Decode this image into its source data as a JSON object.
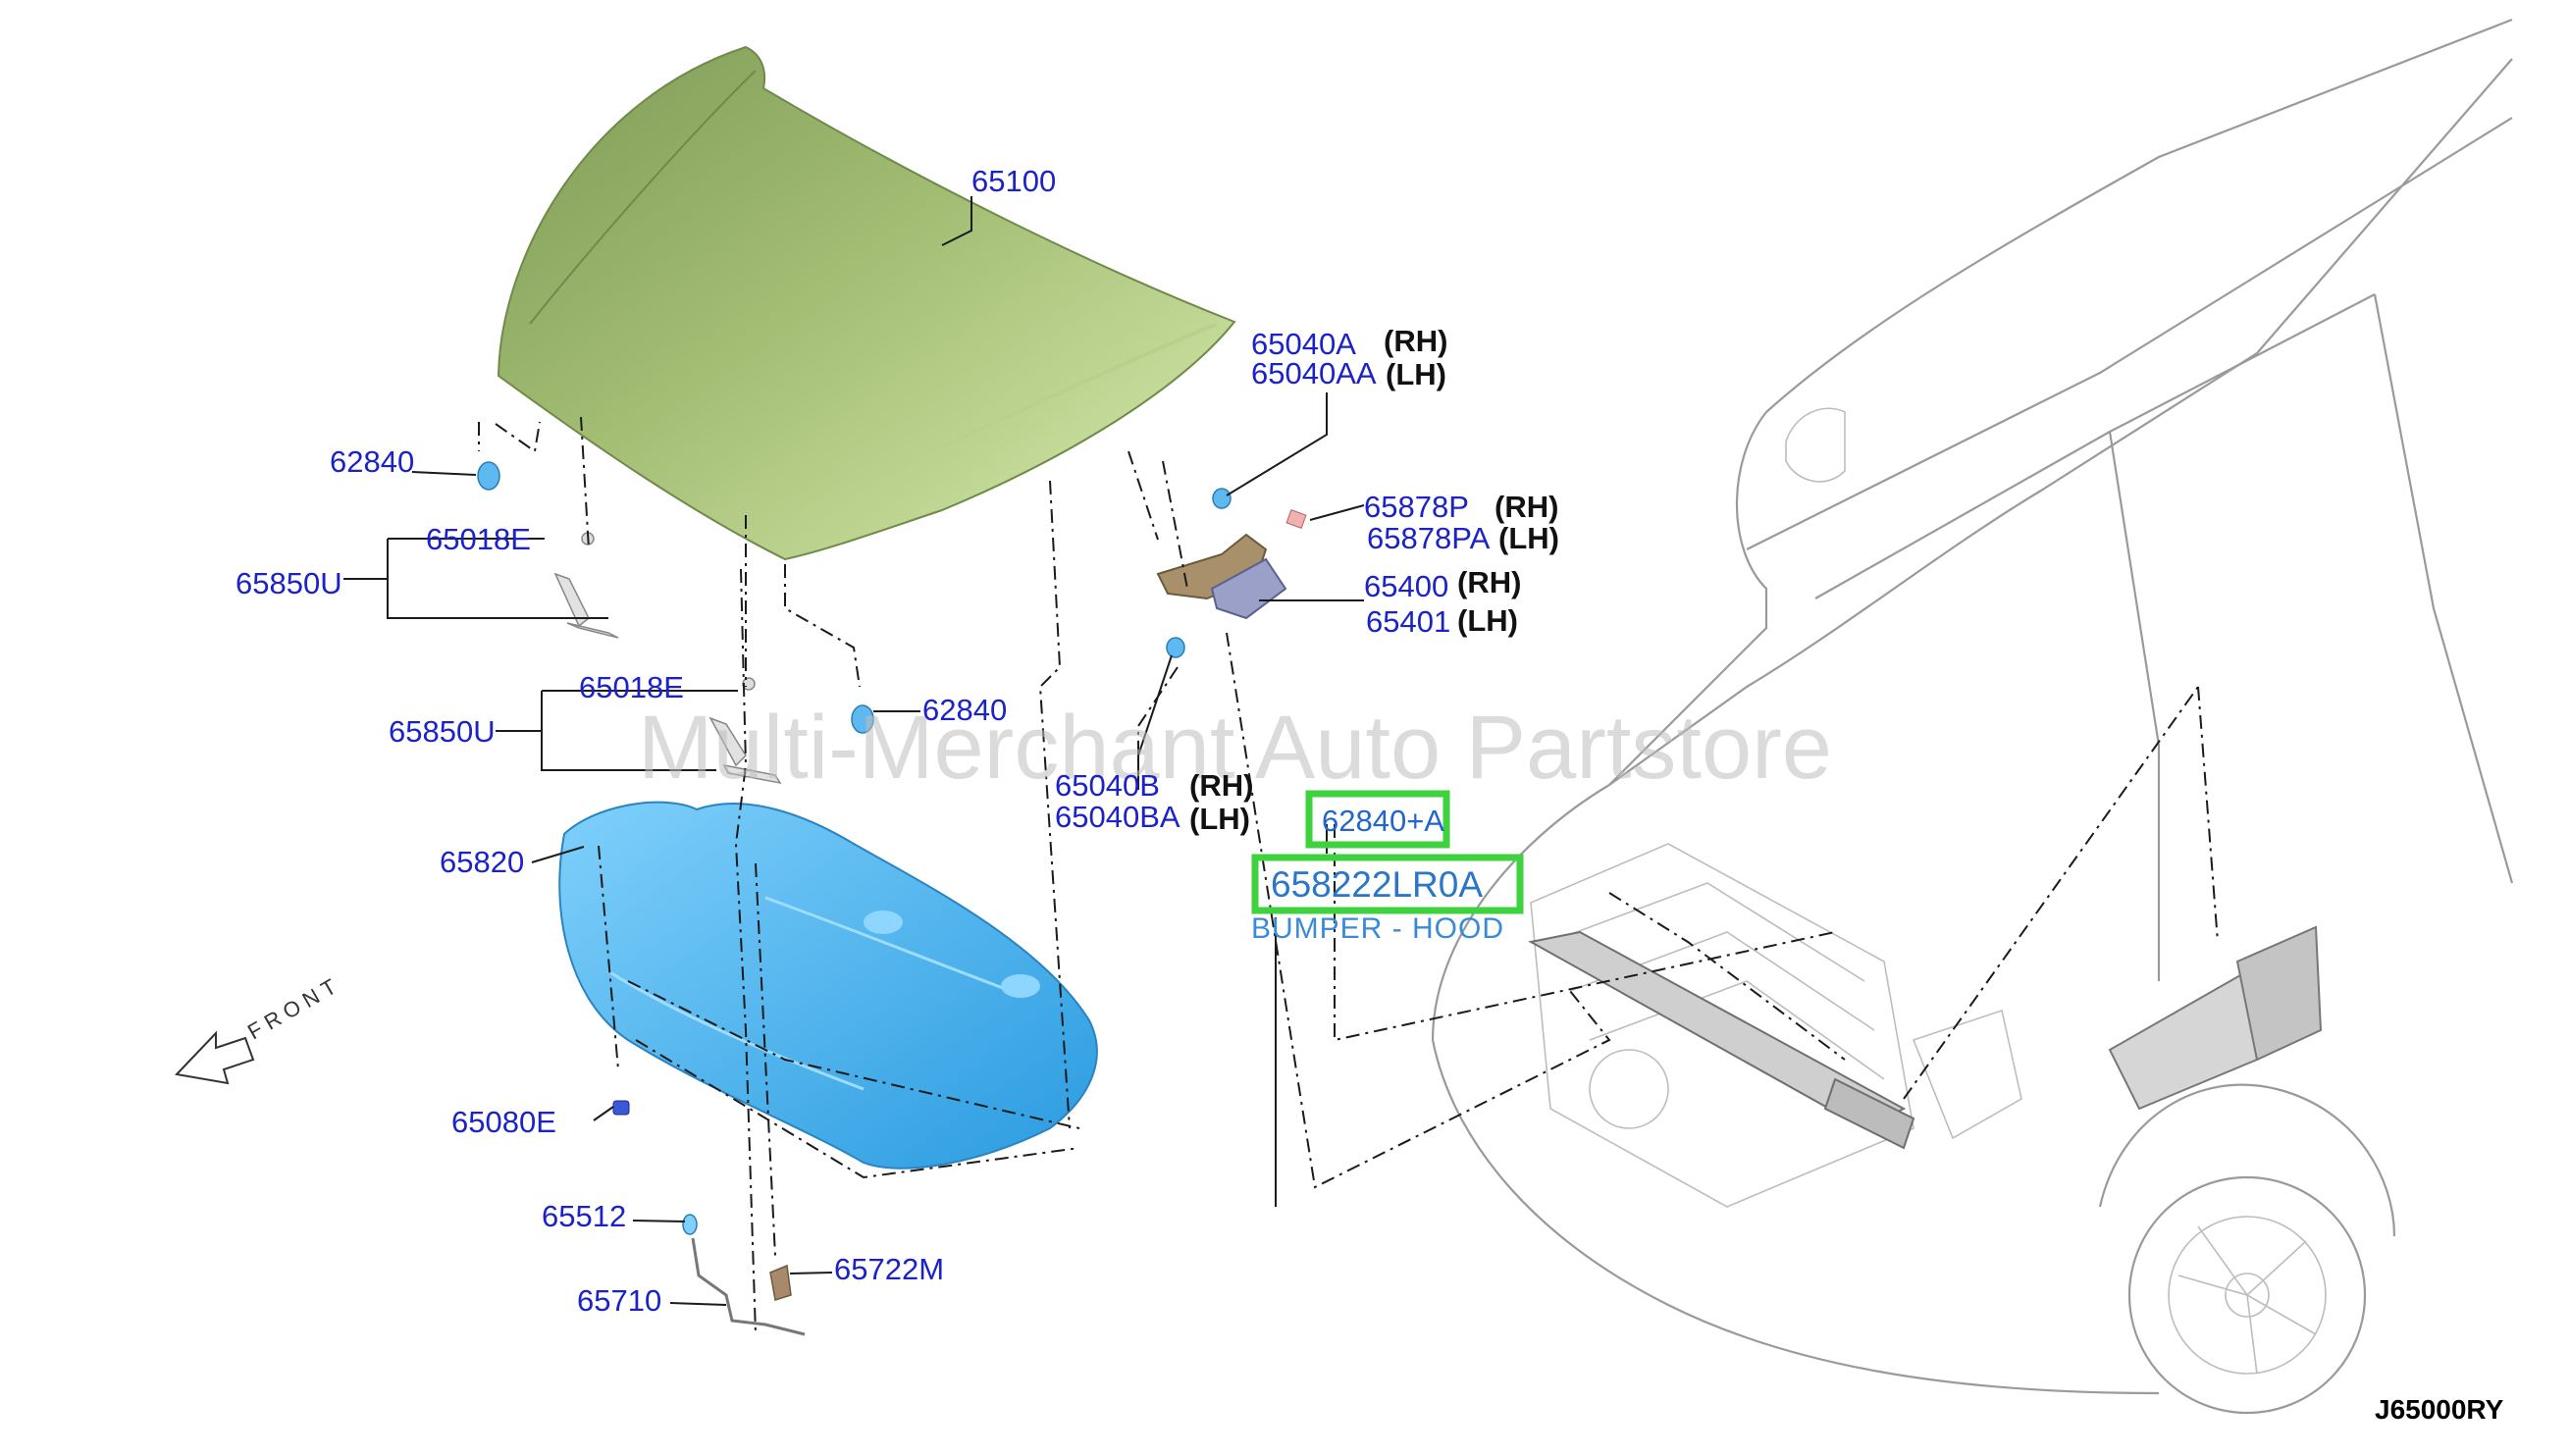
{
  "diagram": {
    "labels": {
      "p65100": "65100",
      "p62840_top": "62840",
      "p65018E_1": "65018E",
      "p65850U_1": "65850U",
      "p65018E_2": "65018E",
      "p65850U_2": "65850U",
      "p62840_mid": "62840",
      "p65820": "65820",
      "p65080E": "65080E",
      "p65512": "65512",
      "p65710": "65710",
      "p65722M": "65722M",
      "p65040A": "65040A",
      "p65040AA": "65040AA",
      "p65878P": "65878P",
      "p65878PA": "65878PA",
      "p65400": "65400",
      "p65401": "65401",
      "p65040B": "65040B",
      "p65040BA": "65040BA"
    },
    "sides": {
      "rh": "(RH)",
      "lh": "(LH)"
    },
    "highlight": {
      "part_small": "62840+A",
      "part_main": "658222LR0A",
      "description": "BUMPER - HOOD",
      "box_color": "#3ed23e"
    },
    "front_label": "FRONT",
    "watermark": "Multi-Merchant Auto Partstore",
    "diagram_code": "J65000RY",
    "colors": {
      "hood": "#9fba6e",
      "insulator": "#4db4ec",
      "part_number": "#1a22c8"
    }
  }
}
